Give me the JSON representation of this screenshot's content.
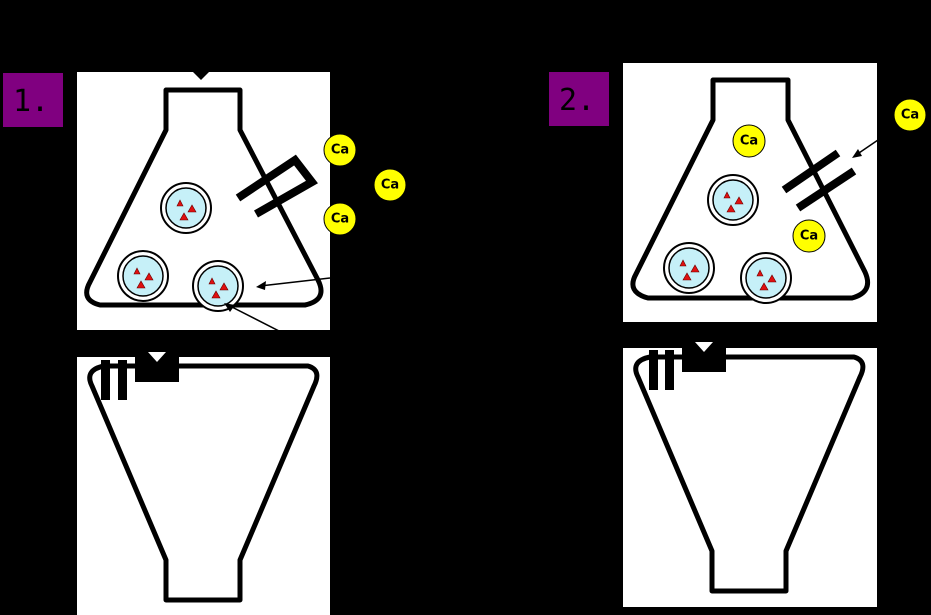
{
  "panels": [
    {
      "id": "1",
      "label": "1."
    },
    {
      "id": "2",
      "label": "2."
    }
  ],
  "ions": {
    "label": "Ca"
  },
  "colors": {
    "background": "#000000",
    "badge": "#800080",
    "panel": "#ffffff",
    "vesicle_fill": "#c6f0f8",
    "neurotransmitter": "#e01010",
    "calcium": "#ffff00"
  }
}
